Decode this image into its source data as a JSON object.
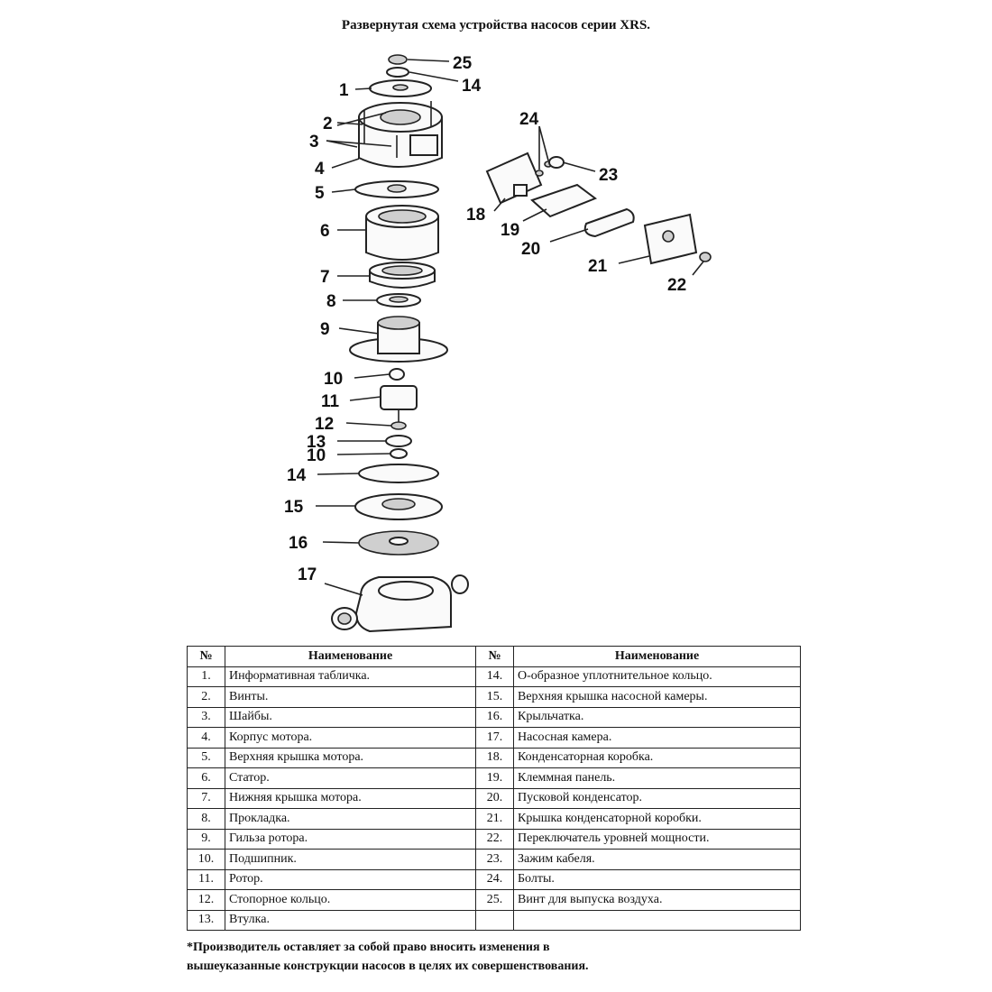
{
  "title": "Развернутая схема устройства насосов серии XRS.",
  "callouts": [
    "25",
    "14",
    "1",
    "2",
    "3",
    "4",
    "5",
    "6",
    "7",
    "8",
    "9",
    "10",
    "11",
    "12",
    "13",
    "10",
    "14",
    "15",
    "16",
    "17",
    "24",
    "23",
    "18",
    "19",
    "20",
    "21",
    "22"
  ],
  "table": {
    "headers": [
      "№",
      "Наименование",
      "№",
      "Наименование"
    ],
    "left": [
      {
        "num": "1.",
        "name": "Информативная табличка."
      },
      {
        "num": "2.",
        "name": "Винты."
      },
      {
        "num": "3.",
        "name": "Шайбы."
      },
      {
        "num": "4.",
        "name": "Корпус мотора."
      },
      {
        "num": "5.",
        "name": "Верхняя крышка мотора."
      },
      {
        "num": "6.",
        "name": "Статор."
      },
      {
        "num": "7.",
        "name": "Нижняя крышка мотора."
      },
      {
        "num": "8.",
        "name": "Прокладка."
      },
      {
        "num": "9.",
        "name": "Гильза ротора."
      },
      {
        "num": "10.",
        "name": "Подшипник."
      },
      {
        "num": "11.",
        "name": "Ротор."
      },
      {
        "num": "12.",
        "name": "Стопорное кольцо."
      },
      {
        "num": "13.",
        "name": "Втулка."
      }
    ],
    "right": [
      {
        "num": "14.",
        "name": "О-образное уплотнительное кольцо."
      },
      {
        "num": "15.",
        "name": "Верхняя крышка насосной камеры."
      },
      {
        "num": "16.",
        "name": "Крыльчатка."
      },
      {
        "num": "17.",
        "name": "Насосная камера."
      },
      {
        "num": "18.",
        "name": "Конденсаторная коробка."
      },
      {
        "num": "19.",
        "name": "Клеммная панель."
      },
      {
        "num": "20.",
        "name": "Пусковой конденсатор."
      },
      {
        "num": "21.",
        "name": "Крышка конденсаторной коробки."
      },
      {
        "num": "22.",
        "name": "Переключатель уровней мощности."
      },
      {
        "num": "23.",
        "name": "Зажим кабеля."
      },
      {
        "num": "24.",
        "name": "Болты."
      },
      {
        "num": "25.",
        "name": "Винт для выпуска воздуха."
      },
      {
        "num": "",
        "name": ""
      }
    ]
  },
  "footnote": {
    "line1": "*Производитель оставляет за собой право вносить изменения в",
    "line2": "вышеуказанные конструкции насосов в целях их совершенствования."
  }
}
